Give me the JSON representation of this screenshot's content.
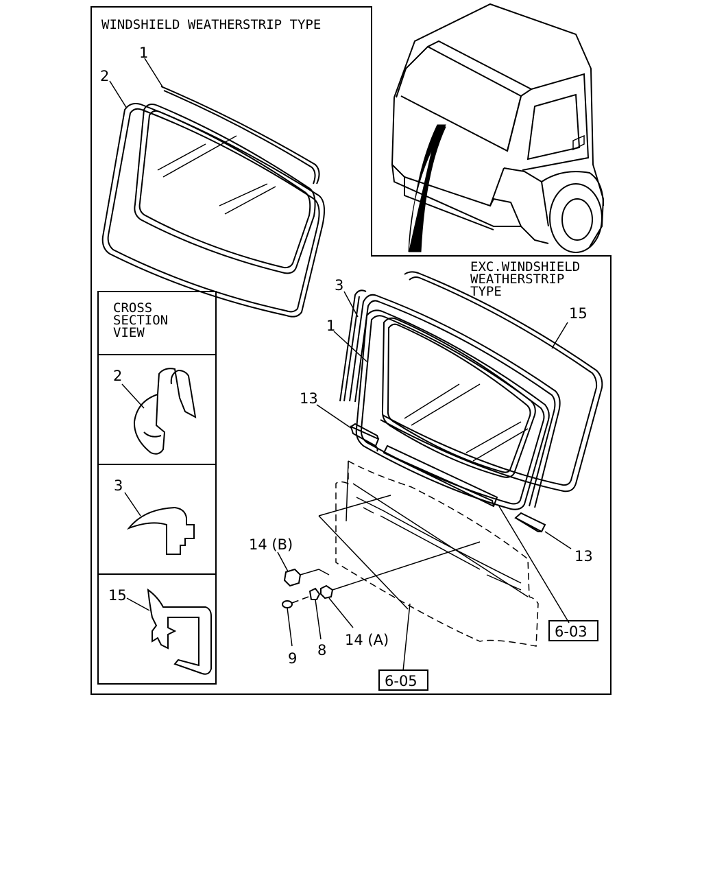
{
  "top_left_title": "WINDSHIELD WEATHERSTRIP TYPE",
  "right_title": [
    "EXC.WINDSHIELD",
    "WEATHERSTRIP",
    "TYPE"
  ],
  "cross_section_title": [
    "CROSS",
    "SECTION",
    "VIEW"
  ],
  "cross_sections": [
    {
      "label": "2"
    },
    {
      "label": "3"
    },
    {
      "label": "15"
    }
  ],
  "callouts": {
    "c1_top": "1",
    "c2_top": "2",
    "c3": "3",
    "c1_lower": "1",
    "c15": "15",
    "c13_left": "13",
    "c13_right": "13",
    "c14b": "14 (B)",
    "c14a": "14 (A)",
    "c9": "9",
    "c8": "8"
  },
  "refs": {
    "ref_603": "6-03",
    "ref_605": "6-05"
  }
}
